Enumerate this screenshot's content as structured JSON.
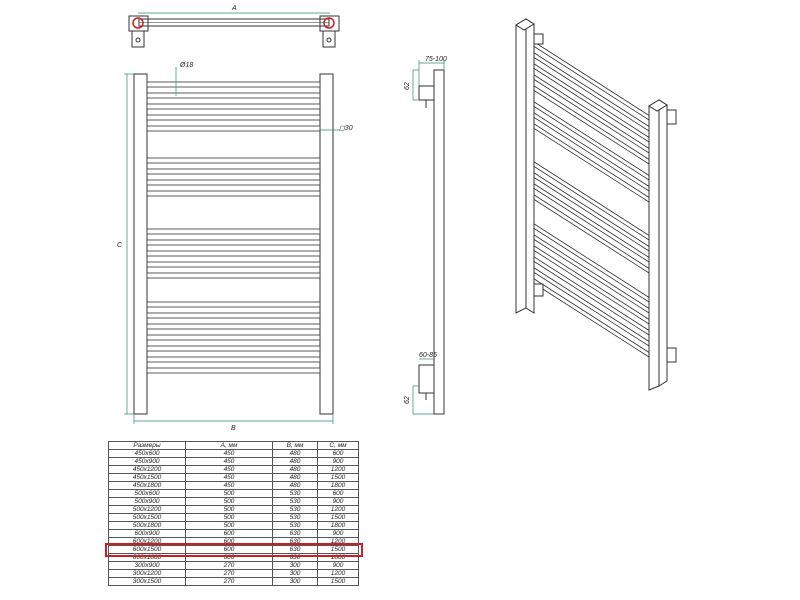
{
  "drawing": {
    "front_view": {
      "dim_A": "A",
      "dim_B": "B",
      "dim_C": "C",
      "tube_diameter": "Ø18",
      "post_section": "◻30"
    },
    "side_view": {
      "wall_offset": "75-100",
      "bracket_top": "62",
      "bracket_bottom": "62",
      "offset_bottom": "60-85"
    }
  },
  "table": {
    "headers": [
      "Размеры",
      "A, мм",
      "B, мм",
      "C, мм"
    ],
    "rows": [
      [
        "450x600",
        "450",
        "480",
        "600"
      ],
      [
        "450x900",
        "450",
        "480",
        "900"
      ],
      [
        "450x1200",
        "450",
        "480",
        "1200"
      ],
      [
        "450x1500",
        "450",
        "480",
        "1500"
      ],
      [
        "450x1800",
        "450",
        "480",
        "1800"
      ],
      [
        "500x600",
        "500",
        "530",
        "600"
      ],
      [
        "500x900",
        "500",
        "530",
        "900"
      ],
      [
        "500x1200",
        "500",
        "530",
        "1200"
      ],
      [
        "500x1500",
        "500",
        "530",
        "1500"
      ],
      [
        "500x1800",
        "500",
        "530",
        "1800"
      ],
      [
        "600x900",
        "600",
        "630",
        "900"
      ],
      [
        "600x1200",
        "600",
        "630",
        "1200"
      ],
      [
        "600x1500",
        "600",
        "630",
        "1500"
      ],
      [
        "600x1800",
        "600",
        "630",
        "1800"
      ],
      [
        "300x900",
        "270",
        "300",
        "900"
      ],
      [
        "300x1200",
        "270",
        "300",
        "1200"
      ],
      [
        "300x1500",
        "270",
        "300",
        "1500"
      ]
    ],
    "highlighted_row": "600x1500",
    "highlight_color": "#d01c24"
  },
  "colors": {
    "line": "#333333",
    "dimension": "#2e8b6e",
    "highlight": "#d01c24"
  }
}
